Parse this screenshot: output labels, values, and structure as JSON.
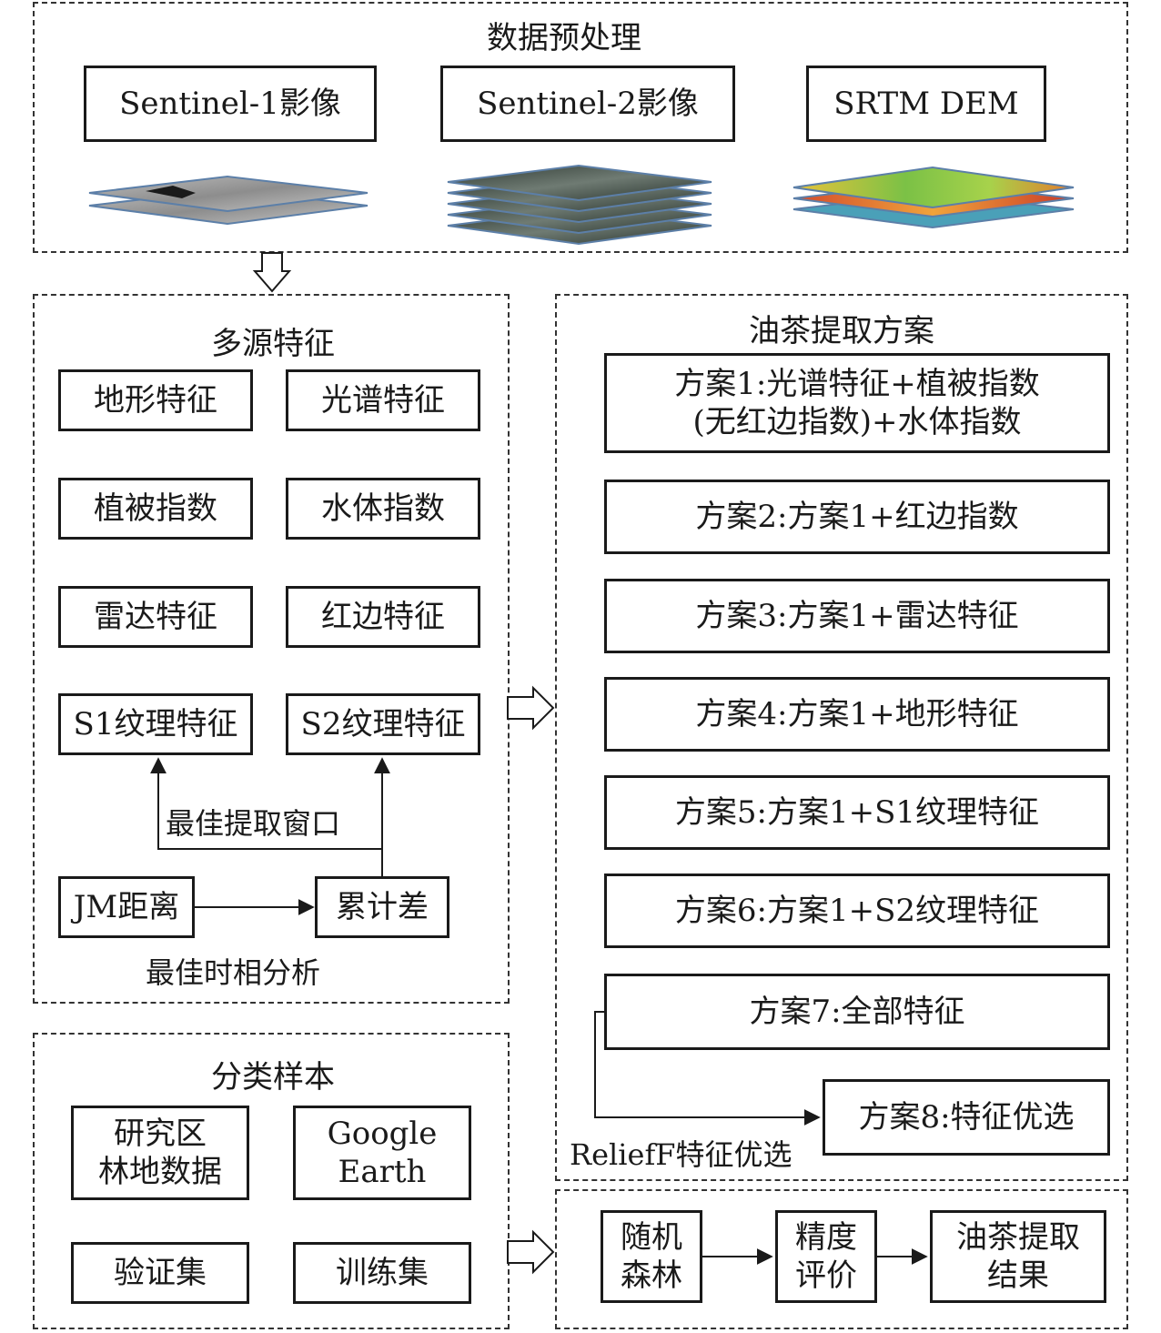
{
  "preprocess": {
    "title": "数据预处理",
    "sources": [
      "Sentinel-1影像",
      "Sentinel-2影像",
      "SRTM DEM"
    ]
  },
  "features": {
    "title": "多源特征",
    "items": [
      "地形特征",
      "光谱特征",
      "植被指数",
      "水体指数",
      "雷达特征",
      "红边特征",
      "S1纹理特征",
      "S2纹理特征"
    ],
    "window_label": "最佳提取窗口",
    "jm_label": "JM距离",
    "cumdiff_label": "累计差",
    "phase_label": "最佳时相分析"
  },
  "samples": {
    "title": "分类样本",
    "forest_data": [
      "研究区",
      "林地数据"
    ],
    "google_earth": [
      "Google",
      "Earth"
    ],
    "validation": "验证集",
    "training": "训练集"
  },
  "schemes": {
    "title": "油茶提取方案",
    "s1": [
      "方案1:光谱特征+植被指数",
      "(无红边指数)+水体指数"
    ],
    "s2": "方案2:方案1+红边指数",
    "s3": "方案3:方案1+雷达特征",
    "s4": "方案4:方案1+地形特征",
    "s5": "方案5:方案1+S1纹理特征",
    "s6": "方案6:方案1+S2纹理特征",
    "s7": "方案7:全部特征",
    "s8": "方案8:特征优选",
    "relief_label": "ReliefF特征优选"
  },
  "classify": {
    "rf": [
      "随机",
      "森林"
    ],
    "eval": [
      "精度",
      "评价"
    ],
    "result": [
      "油茶提取",
      "结果"
    ]
  },
  "colors": {
    "line": "#1a1a1a",
    "dash": "#333333"
  }
}
